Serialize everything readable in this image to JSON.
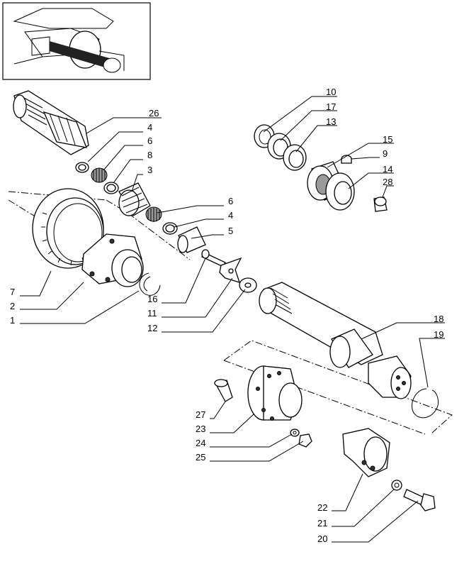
{
  "callouts": [
    {
      "id": "c26",
      "text": "26"
    },
    {
      "id": "c4a",
      "text": "4"
    },
    {
      "id": "c6a",
      "text": "6"
    },
    {
      "id": "c8",
      "text": "8"
    },
    {
      "id": "c3",
      "text": "3"
    },
    {
      "id": "c6b",
      "text": "6"
    },
    {
      "id": "c4b",
      "text": "4"
    },
    {
      "id": "c5",
      "text": "5"
    },
    {
      "id": "c7",
      "text": "7"
    },
    {
      "id": "c2",
      "text": "2"
    },
    {
      "id": "c1",
      "text": "1"
    },
    {
      "id": "c16",
      "text": "16"
    },
    {
      "id": "c11",
      "text": "11"
    },
    {
      "id": "c12",
      "text": "12"
    },
    {
      "id": "c10",
      "text": "10"
    },
    {
      "id": "c17",
      "text": "17"
    },
    {
      "id": "c13",
      "text": "13"
    },
    {
      "id": "c15",
      "text": "15"
    },
    {
      "id": "c9",
      "text": "9"
    },
    {
      "id": "c14",
      "text": "14"
    },
    {
      "id": "c28",
      "text": "28"
    },
    {
      "id": "c18",
      "text": "18"
    },
    {
      "id": "c19",
      "text": "19"
    },
    {
      "id": "c27",
      "text": "27"
    },
    {
      "id": "c23",
      "text": "23"
    },
    {
      "id": "c24",
      "text": "24"
    },
    {
      "id": "c25",
      "text": "25"
    },
    {
      "id": "c22",
      "text": "22"
    },
    {
      "id": "c21",
      "text": "21"
    },
    {
      "id": "c20",
      "text": "20"
    }
  ]
}
